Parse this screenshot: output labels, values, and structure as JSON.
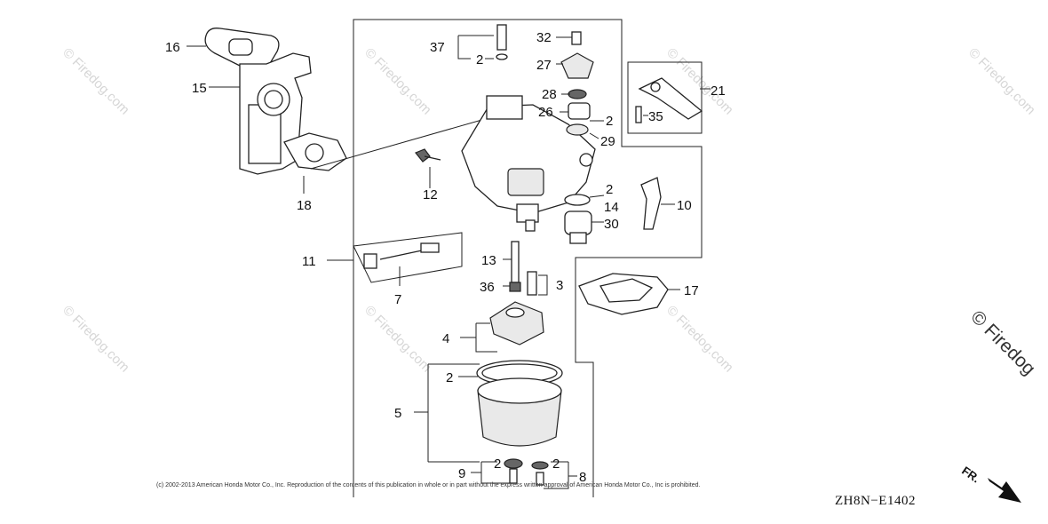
{
  "callouts": {
    "c37": "37",
    "c2_top": "2",
    "c32": "32",
    "c27": "27",
    "c28": "28",
    "c26": "26",
    "c2_26": "2",
    "c29": "29",
    "c21": "21",
    "c35": "35",
    "c16": "16",
    "c15": "15",
    "c18": "18",
    "c12": "12",
    "c2_14": "2",
    "c14": "14",
    "c30": "30",
    "c10": "10",
    "c11": "11",
    "c7": "7",
    "c13": "13",
    "c36": "36",
    "c3": "3",
    "c17": "17",
    "c4": "4",
    "c2_5": "2",
    "c5": "5",
    "c9": "9",
    "c2_9": "2",
    "c2_8": "2",
    "c8": "8"
  },
  "watermark": {
    "text": "© Firedog.com",
    "large_text": "© Firedog"
  },
  "footer": {
    "copyright": "(c) 2002-2013 American Honda Motor Co., Inc. Reproduction of the contents of this publication in whole or in part without the express written approval of American Honda Motor Co., Inc is prohibited.",
    "diagram_code": "ZH8N−E1402",
    "direction_label": "FR."
  },
  "icons": {
    "direction_arrow": "front-direction-arrow-icon"
  }
}
